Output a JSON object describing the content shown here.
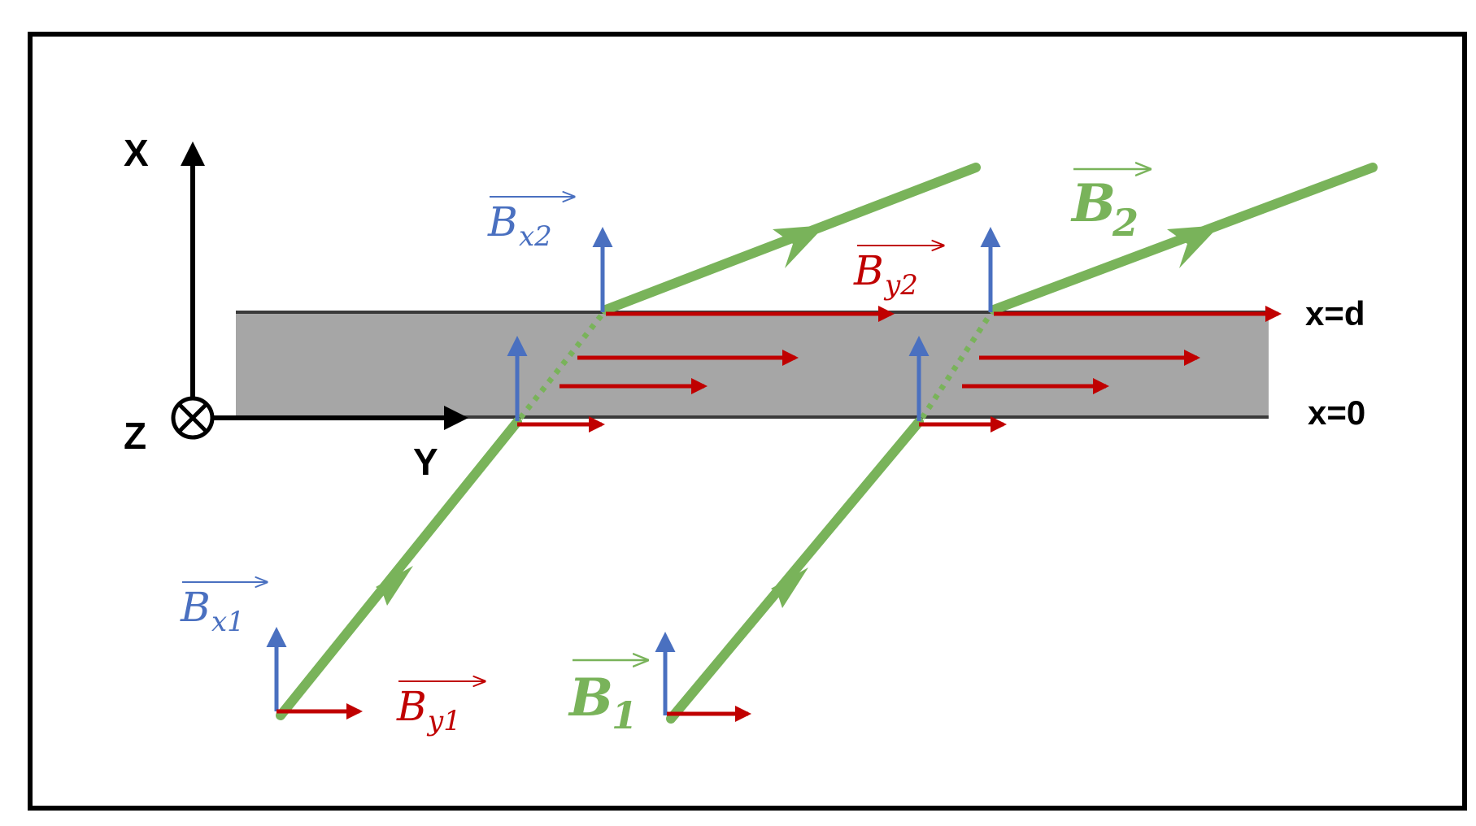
{
  "axes": {
    "x_label": "X",
    "y_label": "Y",
    "z_label": "Z"
  },
  "boundaries": {
    "top": "x=d",
    "bottom": "x=0"
  },
  "vectors": {
    "bx1": {
      "base": "B",
      "sub": "x1"
    },
    "by1": {
      "base": "B",
      "sub": "y1"
    },
    "bx2": {
      "base": "B",
      "sub": "x2"
    },
    "by2": {
      "base": "B",
      "sub": "y2"
    },
    "b1": {
      "base": "B",
      "sub": "1"
    },
    "b2": {
      "base": "B",
      "sub": "2"
    }
  },
  "colors": {
    "frame": "#000000",
    "slab": "#a6a6a6",
    "slab_edge": "#3a3a3a",
    "field_line": "#79b35a",
    "red_arrow": "#c00000",
    "blue_arrow": "#4a70c0",
    "axis": "#000000"
  }
}
